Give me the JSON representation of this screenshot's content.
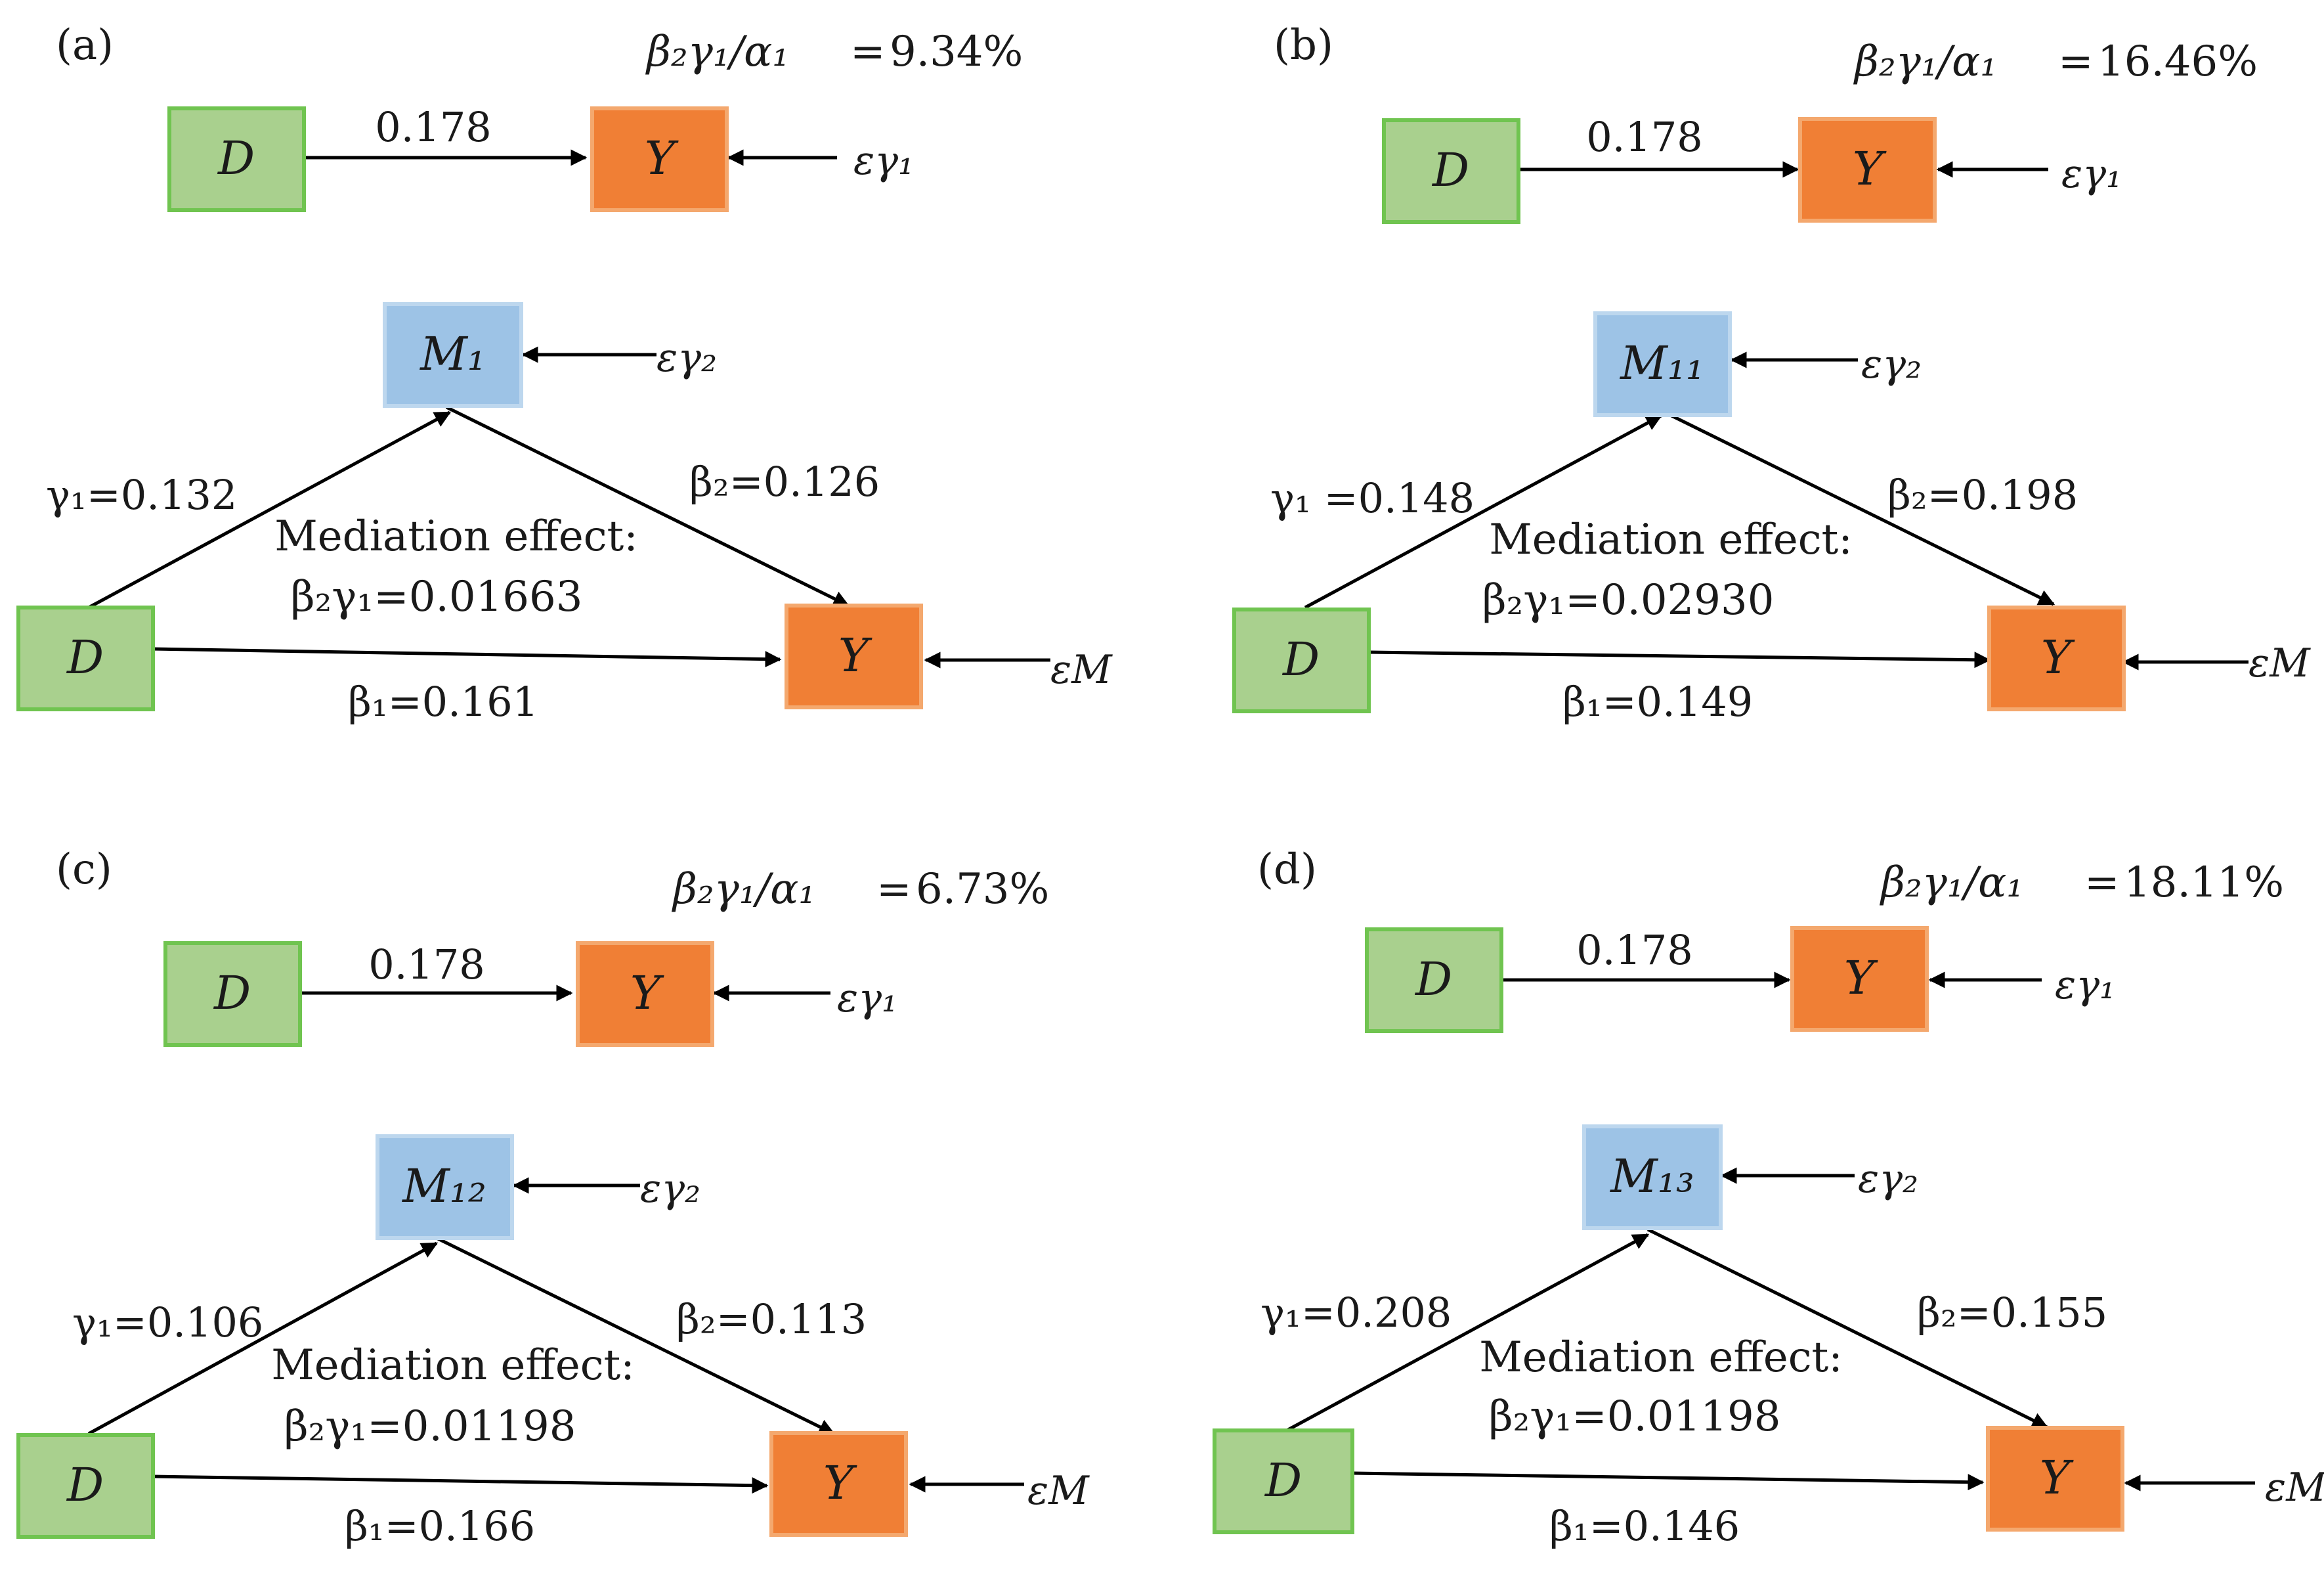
{
  "colors": {
    "treatment_fill": "#a9d08e",
    "treatment_stroke": "#70c450",
    "outcome_fill": "#f07f35",
    "outcome_stroke": "#f4a86e",
    "mediator_fill": "#9dc3e6",
    "mediator_stroke": "#bdd7ee"
  },
  "panels": [
    {
      "label": "(a)",
      "ratio": {
        "lhs": "β₂γ₁/α₁",
        "eq": "=",
        "value": "9.34%"
      },
      "total": {
        "coef": "0.178",
        "d": "D",
        "y": "Y",
        "eps": "εγ₁"
      },
      "mediation": {
        "m": "M₁",
        "d": "D",
        "y": "Y",
        "eps_m": "εγ₂",
        "eps_y": "εM",
        "gamma1": "γ₁=0.132",
        "beta2": "β₂=0.126",
        "beta1": "β₁=0.161",
        "effect_title": "Mediation effect:",
        "effect_value": "β₂γ₁=0.01663"
      }
    },
    {
      "label": "(b)",
      "ratio": {
        "lhs": "β₂γ₁/α₁",
        "eq": "=",
        "value": "16.46%"
      },
      "total": {
        "coef": "0.178",
        "d": "D",
        "y": "Y",
        "eps": "εγ₁"
      },
      "mediation": {
        "m": "M₁₁",
        "d": "D",
        "y": "Y",
        "eps_m": "εγ₂",
        "eps_y": "εM",
        "gamma1": "γ₁ =0.148",
        "beta2": "β₂=0.198",
        "beta1": "β₁=0.149",
        "effect_title": "Mediation effect:",
        "effect_value": "β₂γ₁=0.02930"
      }
    },
    {
      "label": "(c)",
      "ratio": {
        "lhs": "β₂γ₁/α₁",
        "eq": "=",
        "value": "6.73%"
      },
      "total": {
        "coef": "0.178",
        "d": "D",
        "y": "Y",
        "eps": "εγ₁"
      },
      "mediation": {
        "m": "M₁₂",
        "d": "D",
        "y": "Y",
        "eps_m": "εγ₂",
        "eps_y": "εM",
        "gamma1": "γ₁=0.106",
        "beta2": "β₂=0.113",
        "beta1": "β₁=0.166",
        "effect_title": "Mediation effect:",
        "effect_value": "β₂γ₁=0.01198"
      }
    },
    {
      "label": "(d)",
      "ratio": {
        "lhs": "β₂γ₁/α₁",
        "eq": "=",
        "value": "18.11%"
      },
      "total": {
        "coef": "0.178",
        "d": "D",
        "y": "Y",
        "eps": "εγ₁"
      },
      "mediation": {
        "m": "M₁₃",
        "d": "D",
        "y": "Y",
        "eps_m": "εγ₂",
        "eps_y": "εM",
        "gamma1": "γ₁=0.208",
        "beta2": "β₂=0.155",
        "beta1": "β₁=0.146",
        "effect_title": "Mediation effect:",
        "effect_value": "β₂γ₁=0.01198"
      }
    }
  ]
}
